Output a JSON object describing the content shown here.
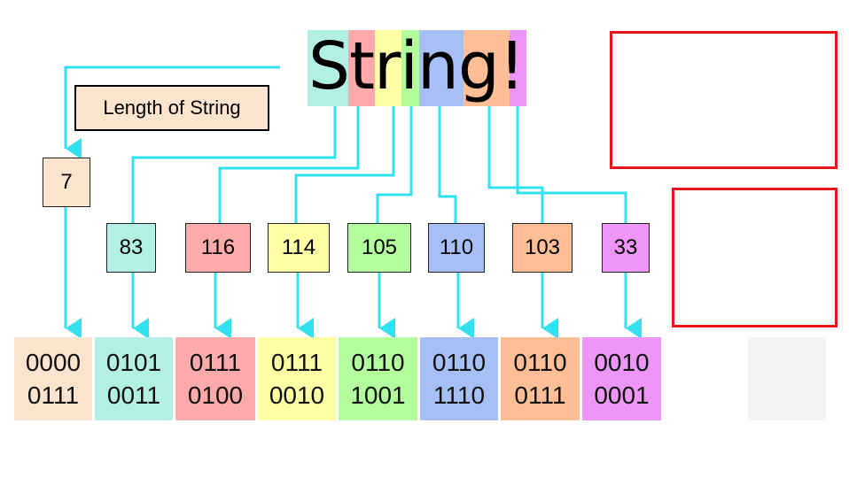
{
  "title_chars": [
    {
      "char": "S",
      "color": "#b2f0e3",
      "code": "83",
      "bits": [
        "0101",
        "0011"
      ]
    },
    {
      "char": "t",
      "color": "#fcaaaa",
      "code": "116",
      "bits": [
        "0111",
        "0100"
      ]
    },
    {
      "char": "r",
      "color": "#ffffa6",
      "code": "114",
      "bits": [
        "0111",
        "0010"
      ]
    },
    {
      "char": "i",
      "color": "#b3ff9e",
      "code": "105",
      "bits": [
        "0110",
        "1001"
      ]
    },
    {
      "char": "n",
      "color": "#a6bff5",
      "code": "110",
      "bits": [
        "0110",
        "1110"
      ]
    },
    {
      "char": "g",
      "color": "#ffbe96",
      "code": "103",
      "bits": [
        "0110",
        "0111"
      ]
    },
    {
      "char": "!",
      "color": "#ed96f5",
      "code": "33",
      "bits": [
        "0010",
        "0001"
      ]
    }
  ],
  "word": "String!",
  "length_label": "Length of String",
  "length": {
    "value": "7",
    "color": "#fce4cf",
    "bits": [
      "0000",
      "0111"
    ]
  },
  "colors": {
    "connector": "#33e0f0",
    "highlight_box": "#e8141a",
    "empty_cell": "#f2f2f2"
  }
}
